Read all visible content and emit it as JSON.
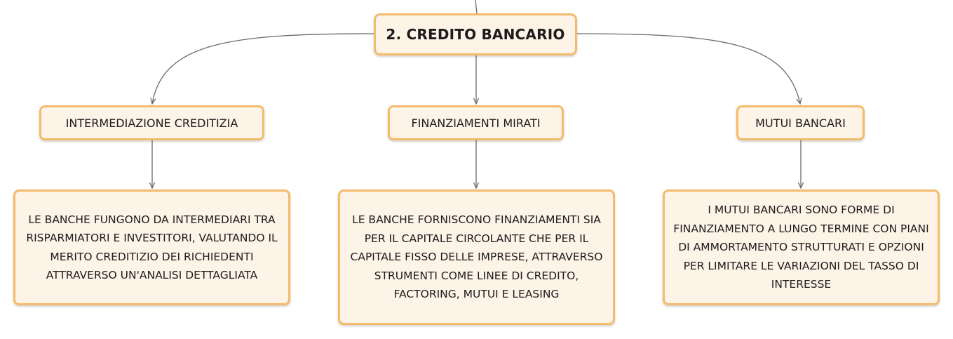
{
  "root": {
    "label": "2. CREDITO BANCARIO"
  },
  "branches": [
    {
      "label": "INTERMEDIAZIONE CREDITIZIA",
      "description": "LE BANCHE FUNGONO DA INTERMEDIARI TRA RISPARMIATORI E INVESTITORI, VALUTANDO IL MERITO CREDITIZIO DEI RICHIEDENTI ATTRAVERSO UN'ANALISI DETTAGLIATA"
    },
    {
      "label": "FINANZIAMENTI MIRATI",
      "description": "LE BANCHE FORNISCONO FINANZIAMENTI SIA PER IL CAPITALE CIRCOLANTE CHE PER IL CAPITALE FISSO DELLE IMPRESE, ATTRAVERSO STRUMENTI COME LINEE DI CREDITO, FACTORING, MUTUI E LEASING"
    },
    {
      "label": "MUTUI BANCARI",
      "description": "I MUTUI BANCARI SONO FORME DI FINANZIAMENTO A LUNGO TERMINE CON PIANI DI AMMORTAMENTO STRUTTURATI E OPZIONI PER LIMITARE LE VARIAZIONI DEL TASSO DI INTERESSE"
    }
  ],
  "colors": {
    "node_fill": "#fdf3e7",
    "node_border": "#f5bb6c",
    "connector": "#6b6b6b",
    "text": "#1c1c1c"
  }
}
